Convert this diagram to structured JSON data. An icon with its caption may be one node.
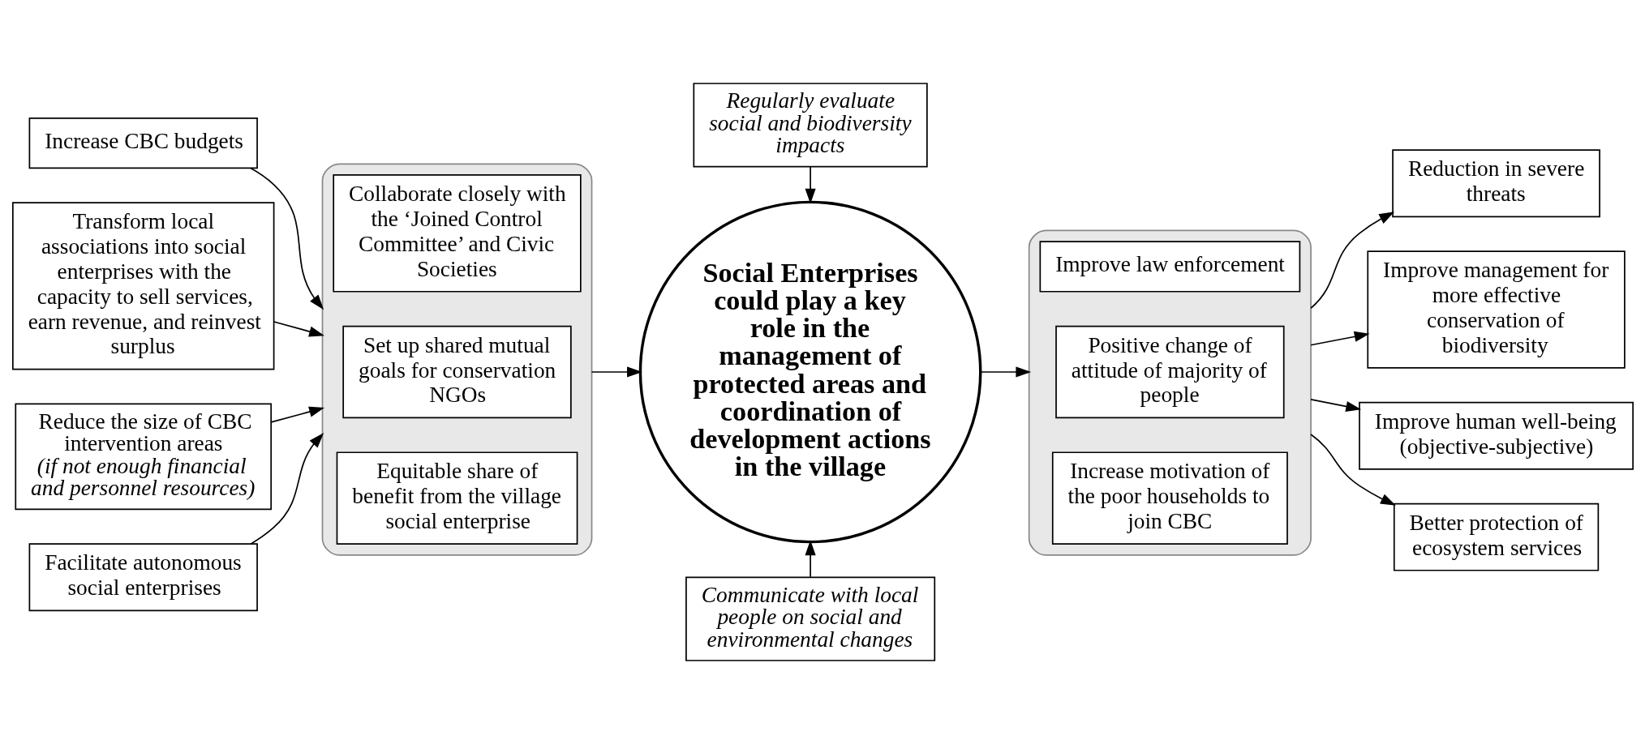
{
  "diagram": {
    "nodes": [
      {
        "text": [
          "Increase CBC budgets"
        ]
      },
      {
        "text": [
          "Transform local associations into social enterprises with the capacity to sell services, earn revenue, and reinvest surplus"
        ]
      },
      {
        "text": [
          "Reduce the size of CBC intervention areas",
          "(if not enough financial and personnel resources)"
        ]
      },
      {
        "text": [
          "Facilitate autonomous social enterprises"
        ]
      },
      {
        "text": [],
        "shape": "box"
      },
      {
        "text": [
          "Collaborate closely with the ‘Joined Control Committee’ and Civic Societies"
        ],
        "in": 4
      },
      {
        "text": [
          "Set up shared mutual goals for conservation NGOs"
        ],
        "in": 4
      },
      {
        "text": [
          "Equitable share of benefit from the village social enterprise"
        ],
        "in": 4
      },
      {
        "text": [
          "Regularly evaluate social and biodiversity impacts"
        ]
      },
      {
        "text": [
          "Social Enterprises could play a key role in the management of protected areas and coordination of development actions in the village"
        ]
      },
      {
        "text": [
          "Communicate with local people on social and environmental changes"
        ]
      },
      {
        "text": [],
        "shape": "box"
      },
      {
        "text": [
          "Improve law enforcement"
        ],
        "in": 11
      },
      {
        "text": [
          "Positive change of attitude of majority of people"
        ],
        "in": 11
      },
      {
        "text": [
          "Increase motivation of the poor households to join CBC"
        ],
        "in": 11
      },
      {
        "text": [
          "Reduction in severe threats"
        ]
      },
      {
        "text": [
          "Improve management for more effective conservation of biodiversity"
        ]
      },
      {
        "text": [
          "Improve human well-being",
          "(objective-subjective)"
        ]
      },
      {
        "text": [
          "Better protection of ecosystem services"
        ]
      }
    ],
    "edges": [
      {
        "from": 0,
        "to": 4,
        "arrow": "to"
      },
      {
        "from": 1,
        "to": 4,
        "arrow": "to"
      },
      {
        "from": 2,
        "to": 4,
        "arrow": "to"
      },
      {
        "from": 3,
        "to": 4,
        "arrow": "to"
      },
      {
        "from": 4,
        "to": 9,
        "arrow": "to"
      },
      {
        "from": 8,
        "to": 9,
        "arrow": "to"
      },
      {
        "from": 10,
        "to": 9,
        "arrow": "to"
      },
      {
        "from": 9,
        "to": 11,
        "arrow": "to"
      },
      {
        "from": 11,
        "to": 15,
        "arrow": "to"
      },
      {
        "from": 11,
        "to": 16,
        "arrow": "to"
      },
      {
        "from": 11,
        "to": 17,
        "arrow": "to"
      },
      {
        "from": 11,
        "to": 18,
        "arrow": "to"
      }
    ]
  }
}
